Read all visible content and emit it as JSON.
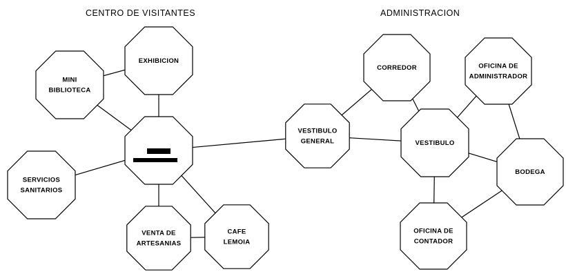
{
  "sections": {
    "visitor_center": "CENTRO DE VISITANTES",
    "administration": "ADMINISTRACION"
  },
  "nodes": {
    "mini_biblioteca": [
      "MINI",
      "BIBLIOTECA"
    ],
    "exhibicion": [
      "EXHIBICION"
    ],
    "hub_icon": "counter-icon",
    "servicios_sanitarios": [
      "SERVICIOS",
      "SANITARIOS"
    ],
    "venta_artesanias": [
      "VENTA DE",
      "ARTESANIAS"
    ],
    "cafe_lemoia": [
      "CAFE",
      "LEMOIA"
    ],
    "vestibulo_general": [
      "VESTIBULO",
      "GENERAL"
    ],
    "corredor": [
      "CORREDOR"
    ],
    "oficina_administrador": [
      "OFICINA DE",
      "ADMINISTRADOR"
    ],
    "vestibulo": [
      "VESTIBULO"
    ],
    "bodega": [
      "BODEGA"
    ],
    "oficina_contador": [
      "OFICINA DE",
      "CONTADOR"
    ]
  },
  "connections": [
    [
      "mini_biblioteca",
      "exhibicion"
    ],
    [
      "mini_biblioteca",
      "hub"
    ],
    [
      "exhibicion",
      "hub"
    ],
    [
      "servicios_sanitarios",
      "hub"
    ],
    [
      "hub",
      "venta_artesanias"
    ],
    [
      "hub",
      "cafe_lemoia"
    ],
    [
      "venta_artesanias",
      "cafe_lemoia"
    ],
    [
      "hub",
      "vestibulo_general"
    ],
    [
      "vestibulo_general",
      "corredor"
    ],
    [
      "vestibulo_general",
      "vestibulo"
    ],
    [
      "corredor",
      "vestibulo"
    ],
    [
      "vestibulo",
      "oficina_administrador"
    ],
    [
      "oficina_administrador",
      "bodega"
    ],
    [
      "vestibulo",
      "bodega"
    ],
    [
      "vestibulo",
      "oficina_contador"
    ],
    [
      "oficina_contador",
      "bodega"
    ]
  ]
}
